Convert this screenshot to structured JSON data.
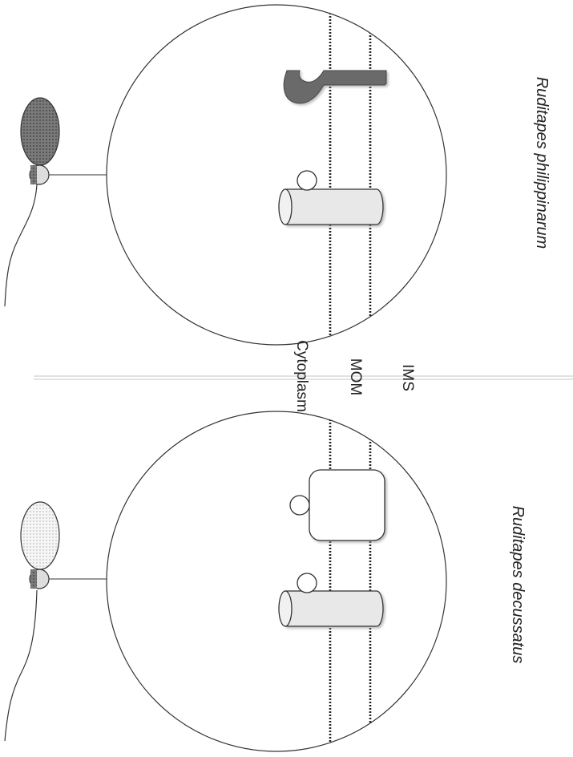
{
  "labels": {
    "cytoplasm": "Cytoplasm",
    "mom": "MOM",
    "ims": "IMS"
  },
  "species": {
    "top": "Ruditapes philippinarum",
    "bottom": "Ruditapes decussatus"
  },
  "colors": {
    "sperm_head_philippinarum": "#6f6f6f",
    "sperm_head_decussatus": "#f1f1f1",
    "membrane_dots": "#222222",
    "channel_fill": "#e8e8e8",
    "hook_fill": "#6a6a6a",
    "outline": "#333333"
  }
}
